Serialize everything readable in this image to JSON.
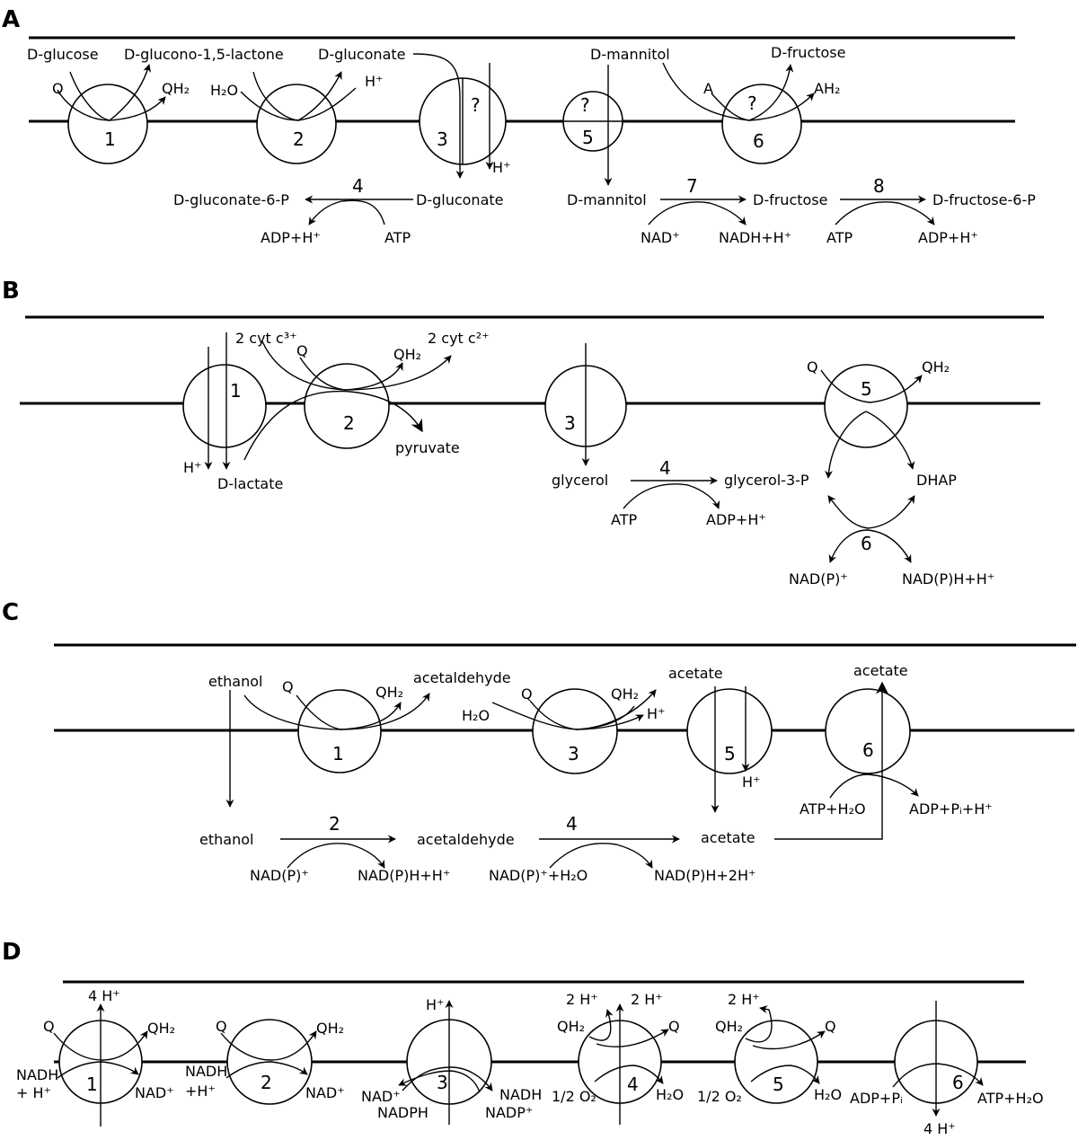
{
  "panels": {
    "A": {
      "letter": "A",
      "numbers": {
        "n1": "1",
        "n2": "2",
        "n3": "3",
        "n4": "4",
        "n5": "5",
        "n6": "6",
        "n7": "7",
        "n8": "8",
        "q3": "?",
        "q5": "?",
        "q6": "?"
      },
      "labels": {
        "d_glucose": "D-glucose",
        "glucono": "D-glucono-1,5-lactone",
        "gluconate_out": "D-gluconate",
        "mannitol_out": "D-mannitol",
        "fructose_out": "D-fructose",
        "q1": "Q",
        "qh2_1": "QH₂",
        "h2o_2": "H₂O",
        "hplus_2": "H⁺",
        "a_6": "A",
        "ah2_6": "AH₂",
        "hplus_3": "H⁺",
        "gluconate6p": "D-gluconate-6-P",
        "gluconate_in": "D-gluconate",
        "adph_4": "ADP+H⁺",
        "atp_4": "ATP",
        "mannitol_in": "D-mannitol",
        "fructose_in": "D-fructose",
        "fructose6p": "D-fructose-6-P",
        "nad_7": "NAD⁺",
        "nadh_7": "NADH+H⁺",
        "atp_8": "ATP",
        "adph_8": "ADP+H⁺"
      }
    },
    "B": {
      "letter": "B",
      "numbers": {
        "n1": "1",
        "n2": "2",
        "n3": "3",
        "n4": "4",
        "n5": "5",
        "n6": "6"
      },
      "labels": {
        "cyt3": "2 cyt c³⁺",
        "cyt2": "2 cyt c²⁺",
        "q2": "Q",
        "qh2_2": "QH₂",
        "pyruvate": "pyruvate",
        "hplus_1": "H⁺",
        "d_lactate": "D-lactate",
        "glycerol": "glycerol",
        "glycerol3p": "glycerol-3-P",
        "atp_4": "ATP",
        "adph_4": "ADP+H⁺",
        "q5": "Q",
        "qh2_5": "QH₂",
        "dhap": "DHAP",
        "nadp_6": "NAD(P)⁺",
        "nadph_6": "NAD(P)H+H⁺"
      }
    },
    "C": {
      "letter": "C",
      "numbers": {
        "n1": "1",
        "n2": "2",
        "n3": "3",
        "n4": "4",
        "n5": "5",
        "n6": "6"
      },
      "labels": {
        "ethanol_out": "ethanol",
        "q1": "Q",
        "qh2_1": "QH₂",
        "acetaldehyde_out": "acetaldehyde",
        "q3": "Q",
        "qh2_3": "QH₂",
        "h2o_3": "H₂O",
        "hplus_3": "H⁺",
        "acetate_5": "acetate",
        "acetate_6": "acetate",
        "hplus_5": "H⁺",
        "atph2o_6": "ATP+H₂O",
        "adppih_6": "ADP+Pᵢ+H⁺",
        "ethanol_in": "ethanol",
        "acetaldehyde_in": "acetaldehyde",
        "acetate_in": "acetate",
        "nadp_2": "NAD(P)⁺",
        "nadph_2": "NAD(P)H+H⁺",
        "nadph2o_4": "NAD(P)⁺+H₂O",
        "nadph2h_4": "NAD(P)H+2H⁺"
      }
    },
    "D": {
      "letter": "D",
      "numbers": {
        "n1": "1",
        "n2": "2",
        "n3": "3",
        "n4": "4",
        "n5": "5",
        "n6": "6"
      },
      "labels": {
        "h4_1": "4 H⁺",
        "q1": "Q",
        "qh2_1": "QH₂",
        "nadh_1a": "NADH",
        "nadh_1b": "+ H⁺",
        "nad_1": "NAD⁺",
        "q2": "Q",
        "qh2_2": "QH₂",
        "nadh_2a": "NADH",
        "nadh_2b": "+H⁺",
        "nad_2": "NAD⁺",
        "hplus_3": "H⁺",
        "nad_3": "NAD⁺",
        "nadph_3": "NADPH",
        "nadh_3": "NADH",
        "nadp_3": "NADP⁺",
        "h2a_4": "2 H⁺",
        "h2b_4": "2 H⁺",
        "qh2_4": "QH₂",
        "q4": "Q",
        "o2_4": "1/2 O₂",
        "h2o_4": "H₂O",
        "h2_5": "2 H⁺",
        "qh2_5": "QH₂",
        "q5": "Q",
        "o2_5": "1/2 O₂",
        "h2o_5": "H₂O",
        "adppi_6": "ADP+Pᵢ",
        "atph2o_6": "ATP+H₂O",
        "h4_6": "4 H⁺"
      }
    }
  }
}
